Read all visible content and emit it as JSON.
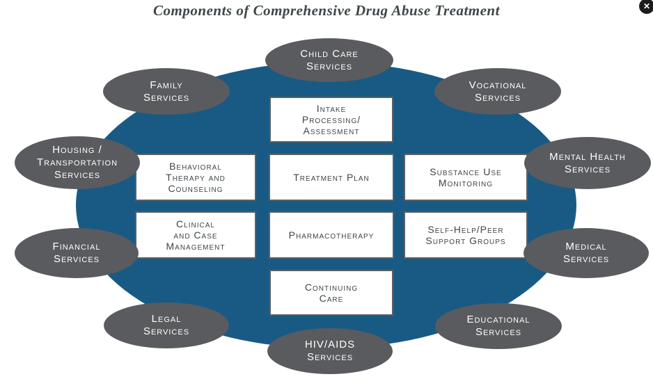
{
  "title": "Components of Comprehensive Drug Abuse Treatment",
  "center_boxes": {
    "intake": "Intake\nProcessing/\nAssessment",
    "behavioral": "Behavioral\nTherapy and\nCounseling",
    "treatment_plan": "Treatment Plan",
    "substance_use": "Substance Use\nMonitoring",
    "clinical": "Clinical\nand Case\nManagement",
    "pharmacotherapy": "Pharmacotherapy",
    "self_help": "Self-Help/Peer\nSupport Groups",
    "continuing_care": "Continuing\nCare"
  },
  "services": {
    "child_care": "Child Care\nServices",
    "family": "Family\nServices",
    "vocational": "Vocational\nServices",
    "housing": "Housing /\nTransportation\nServices",
    "mental_health": "Mental Health\nServices",
    "financial": "Financial\nServices",
    "medical": "Medical\nServices",
    "legal": "Legal\nServices",
    "educational": "Educational\nServices",
    "hiv_aids": "HIV/AIDS\nServices"
  },
  "close_icon": "✕",
  "colors": {
    "ellipse": "#185a84",
    "service_oval": "#5a5b5e",
    "box_border": "#5c6065",
    "title": "#3f4548"
  }
}
